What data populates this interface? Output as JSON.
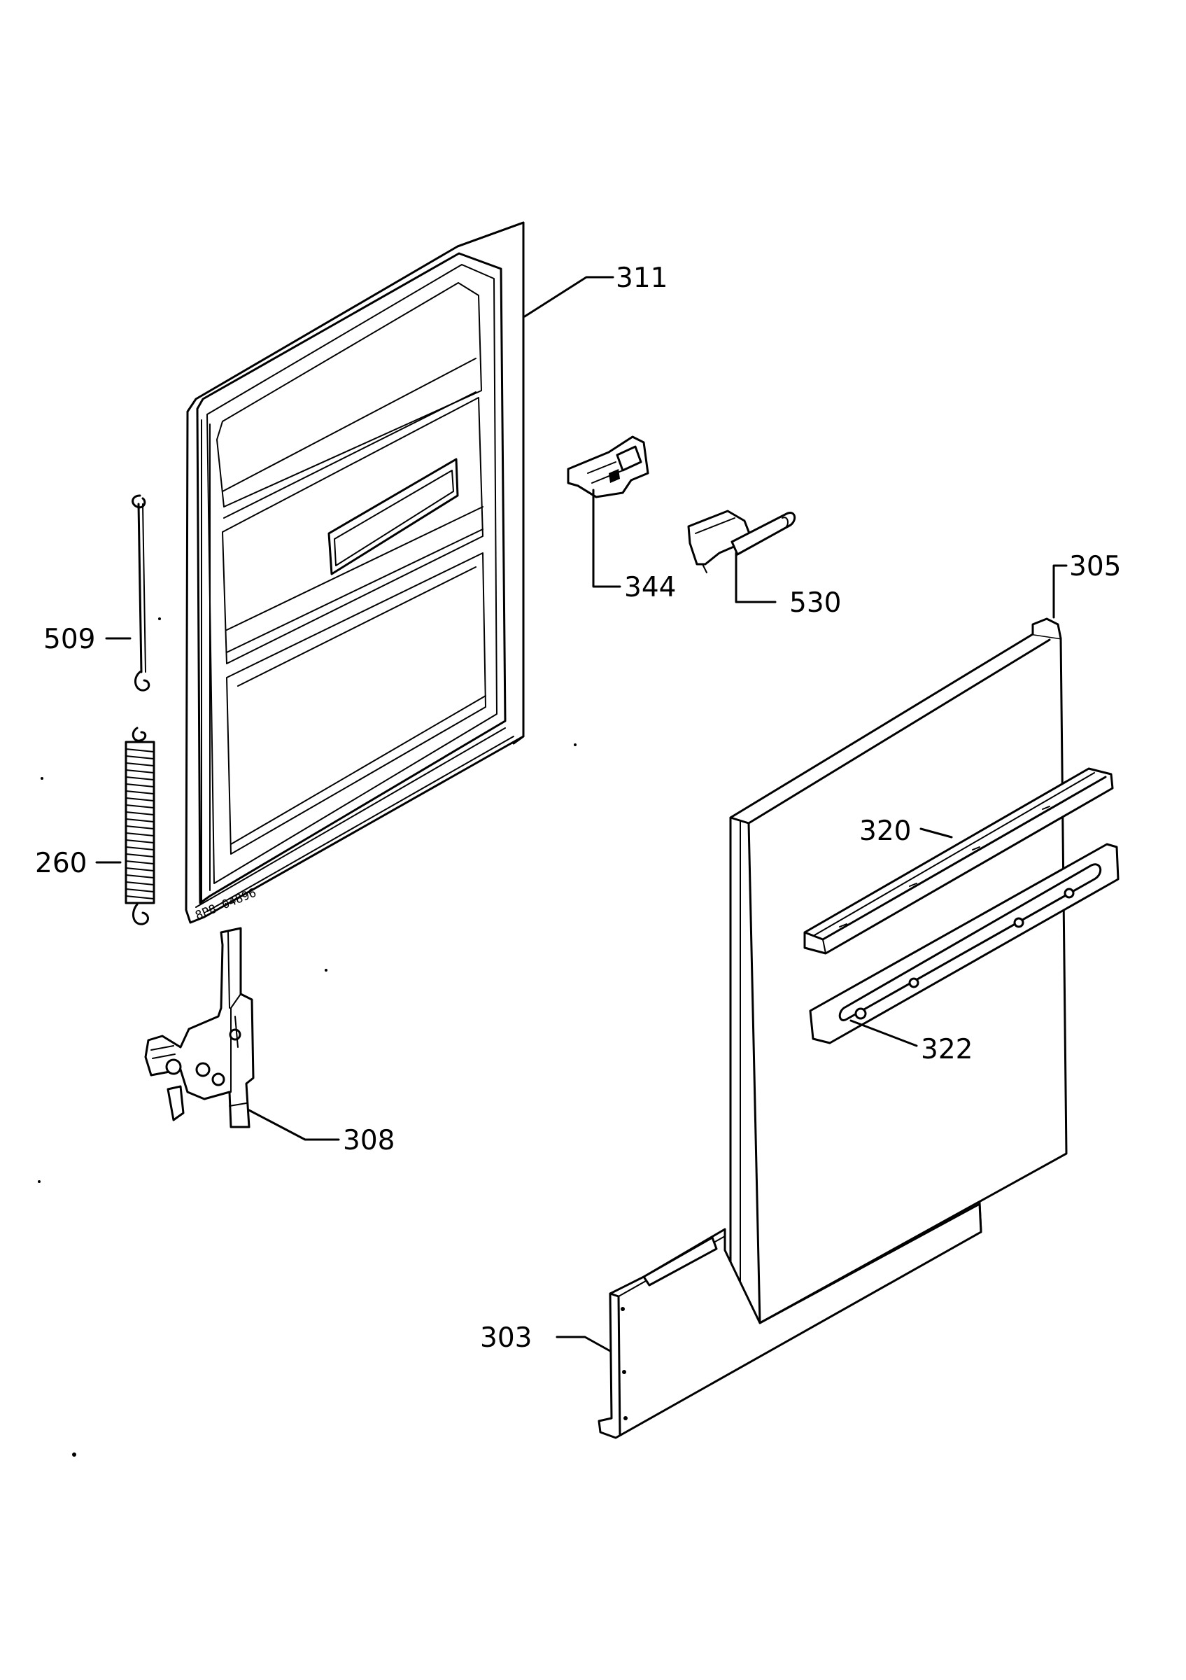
{
  "callouts": [
    {
      "id": "311",
      "label": "311"
    },
    {
      "id": "344",
      "label": "344"
    },
    {
      "id": "530",
      "label": "530"
    },
    {
      "id": "305",
      "label": "305"
    },
    {
      "id": "509",
      "label": "509"
    },
    {
      "id": "260",
      "label": "260"
    },
    {
      "id": "320",
      "label": "320"
    },
    {
      "id": "322",
      "label": "322"
    },
    {
      "id": "308",
      "label": "308"
    },
    {
      "id": "303",
      "label": "303"
    }
  ],
  "serial_marking": "8P8 04896"
}
